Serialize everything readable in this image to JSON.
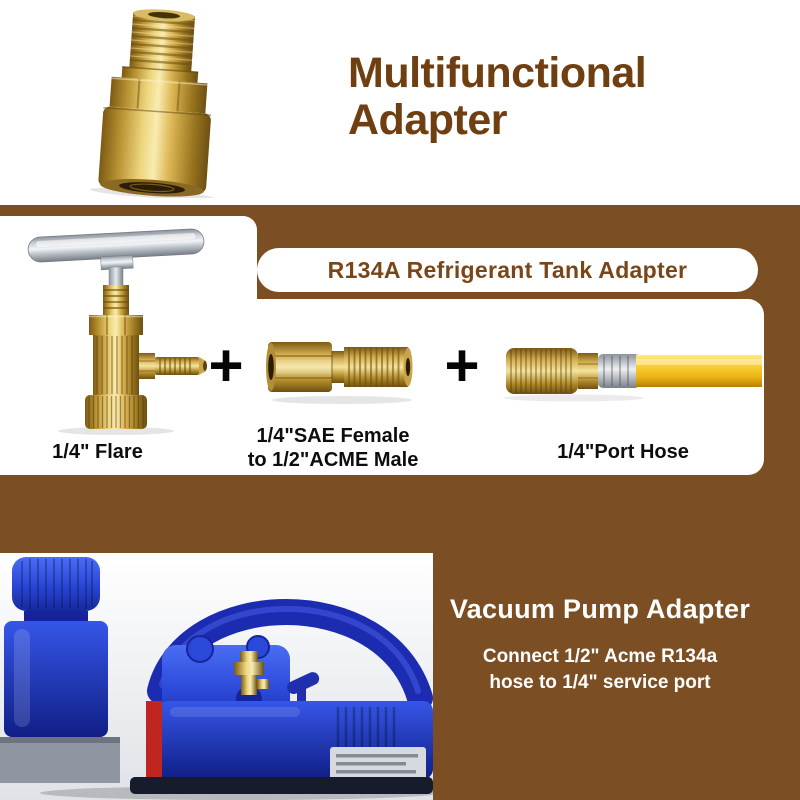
{
  "colors": {
    "background_brown": "#7c4e23",
    "heading_brown": "#6f3e11",
    "panel_white": "#ffffff",
    "label_black": "#0d0d0d",
    "text_white": "#ffffff",
    "brass_gold": "#d9b353",
    "hose_yellow": "#f2c41d",
    "pump_blue": "#2b49d8"
  },
  "header": {
    "title_line1": "Multifunctional",
    "title_line2": "Adapter"
  },
  "adapter_panel": {
    "banner": "R134A Refrigerant Tank Adapter",
    "plus1": "+",
    "plus2": "+",
    "items": [
      {
        "label": "1/4\" Flare"
      },
      {
        "label_line1": "1/4\"SAE Female",
        "label_line2": "to 1/2\"ACME Male"
      },
      {
        "label": "1/4\"Port Hose"
      }
    ]
  },
  "pump_section": {
    "title": "Vacuum Pump Adapter",
    "desc_line1": "Connect 1/2\" Acme R134a",
    "desc_line2": "hose to 1/4\" service port"
  }
}
